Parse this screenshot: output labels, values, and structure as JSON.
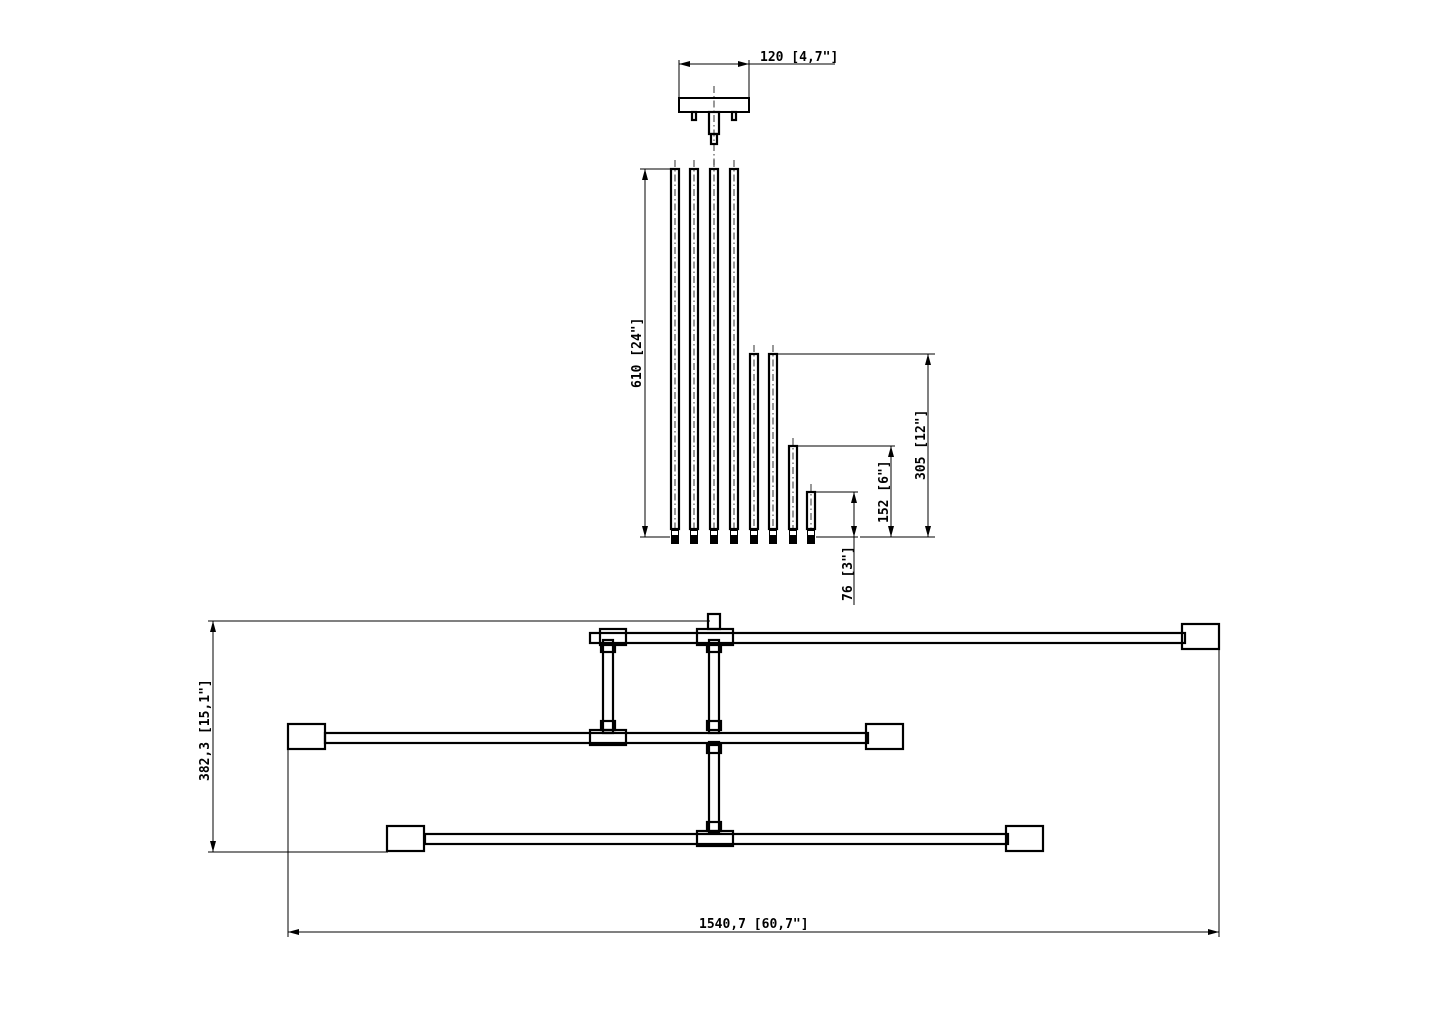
{
  "colors": {
    "line": "#000000",
    "background": "#ffffff"
  },
  "dimensions": {
    "canopy_width": "120 [4,7\"]",
    "rod_610": "610 [24\"]",
    "rod_305": "305 [12\"]",
    "rod_152": "152 [6\"]",
    "rod_76": "76 [3\"]",
    "overall_depth": "382,3 [15,1\"]",
    "overall_length": "1540,7 [60,7\"]"
  }
}
